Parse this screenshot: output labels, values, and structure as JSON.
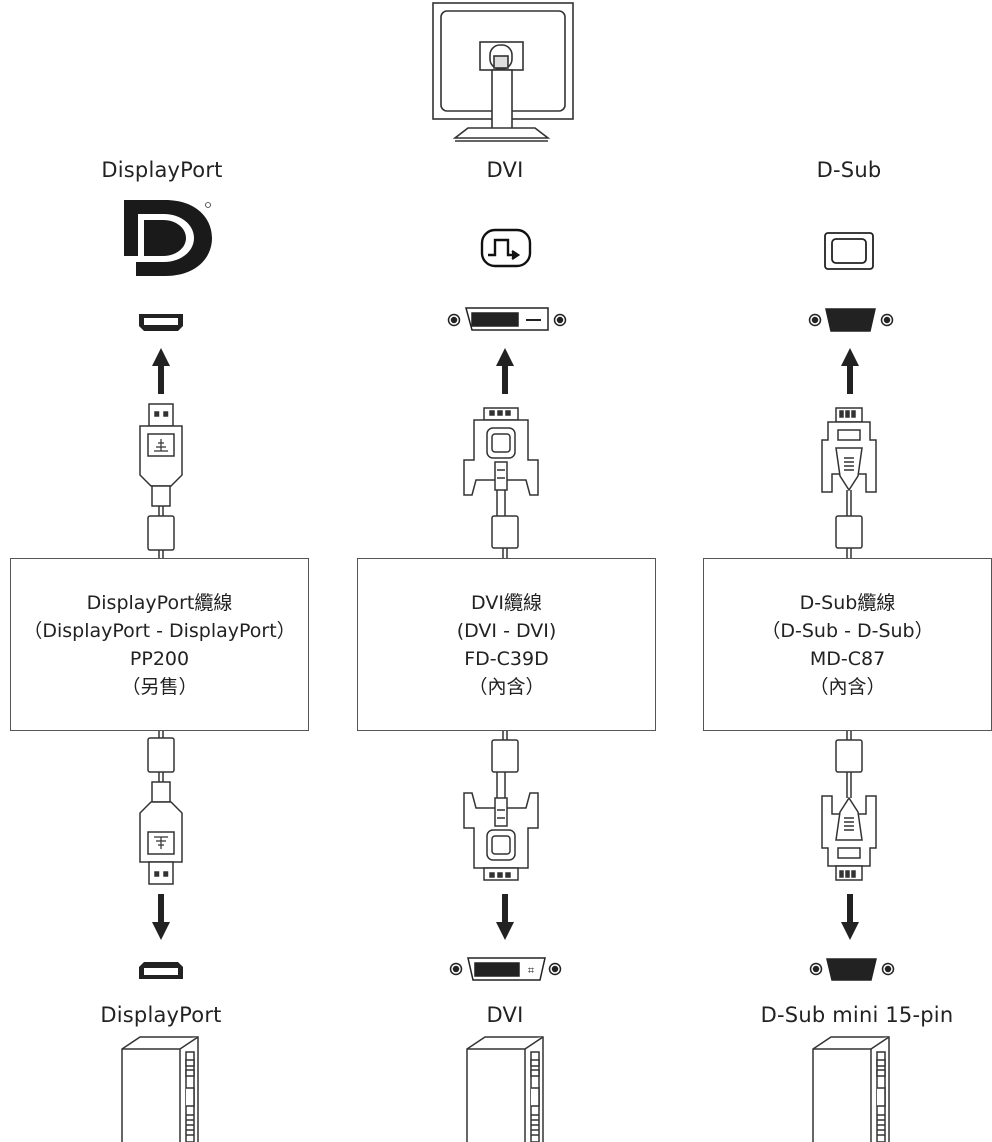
{
  "columns": [
    {
      "id": "dp",
      "top_label": "DisplayPort",
      "bottom_label": "DisplayPort",
      "cable_lines": [
        "DisplayPort纜線",
        "（DisplayPort - DisplayPort）",
        "PP200",
        "（另售）"
      ]
    },
    {
      "id": "dvi",
      "top_label": "DVI",
      "bottom_label": "DVI",
      "cable_lines": [
        "DVI纜線",
        "(DVI - DVI)",
        "FD-C39D",
        "（內含）"
      ]
    },
    {
      "id": "dsub",
      "top_label": "D-Sub",
      "bottom_label": "D-Sub mini 15-pin",
      "cable_lines": [
        "D-Sub纜線",
        "（D-Sub - D-Sub）",
        "MD-C87",
        "（內含）"
      ]
    }
  ],
  "icons": {
    "monitor": "monitor-back-icon",
    "displayport_logo": "displayport-logo-icon",
    "dvi_symbol": "dvi-symbol-icon",
    "dsub_symbol": "dsub-symbol-icon",
    "computer": "tower-computer-icon",
    "arrow": "arrow-icon"
  }
}
